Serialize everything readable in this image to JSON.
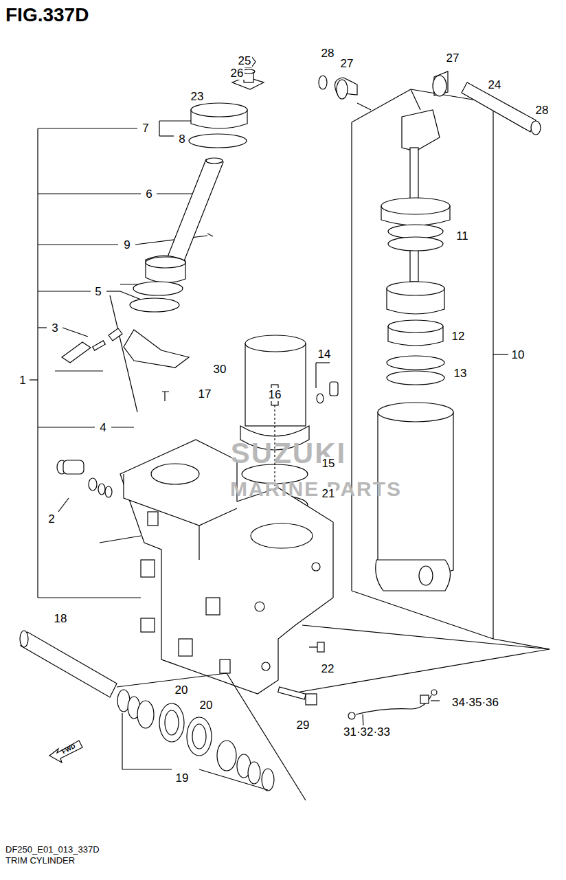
{
  "diagram": {
    "title": "FIG.337D",
    "caption": "TRIM CYLINDER",
    "labels": [
      "25",
      "26",
      "23",
      "7",
      "8",
      "6",
      "9",
      "5",
      "3",
      "1",
      "4",
      "2",
      "28",
      "27",
      "27",
      "24",
      "28",
      "11",
      "12",
      "30",
      "14",
      "16",
      "17",
      "15",
      "21",
      "10",
      "13",
      "18",
      "20",
      "20",
      "19",
      "22",
      "29",
      "31·32·33",
      "34·35·36",
      "FWD",
      "DF250_E01_013_337D",
      "SUZUKI",
      "MARINE PARTS"
    ]
  }
}
